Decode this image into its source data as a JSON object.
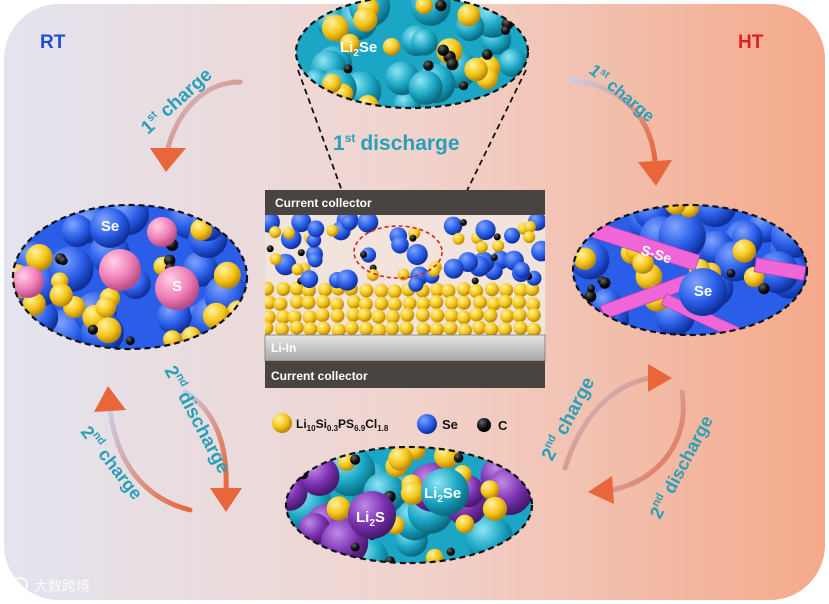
{
  "corner_labels": {
    "left": "RT",
    "right": "HT"
  },
  "cell": {
    "top_collector": "Current collector",
    "anode": "Li-In",
    "bottom_collector": "Current collector"
  },
  "bubbles": {
    "top": {
      "label_main": "Li",
      "label_sub": "2",
      "label_tail": "Se"
    },
    "left": {
      "se": "Se",
      "s": "S"
    },
    "right": {
      "sse": "S-Se",
      "se": "Se"
    },
    "bottom": {
      "li2s_main": "Li",
      "li2s_sub": "2",
      "li2s_tail": "S",
      "li2se_main": "Li",
      "li2se_sub": "2",
      "li2se_tail": "Se"
    }
  },
  "steps": {
    "top_discharge": {
      "num": "1",
      "sup": "st",
      "word": "discharge"
    },
    "left_charge1": {
      "num": "1",
      "sup": "st",
      "word": "charge"
    },
    "left_discharge2": {
      "num": "2",
      "sup": "nd",
      "word": "discharge"
    },
    "left_charge2": {
      "num": "2",
      "sup": "nd",
      "word": "charge"
    },
    "right_charge1": {
      "num": "1",
      "sup": "st",
      "word": "charge"
    },
    "right_charge2": {
      "num": "2",
      "sup": "nd",
      "word": "charge"
    },
    "right_discharge2": {
      "num": "2",
      "sup": "nd",
      "word": "discharge"
    }
  },
  "legend": {
    "electrolyte": {
      "a": "Li",
      "a_sub": "10",
      "b": "Si",
      "b_sub": "0.3",
      "c": "PS",
      "c_sub": "6.9",
      "d": "Cl",
      "d_sub": "1.8"
    },
    "se": "Se",
    "c": "C"
  },
  "watermark": "大数跨境",
  "colors": {
    "rt": "#1f4fd6",
    "ht": "#e02020",
    "step_text": "#2aa0b8",
    "arrow": "#e8663a",
    "se_blue": "#2a5ee8",
    "lpsc_yellow": "#f5c518",
    "teal": "#1aa6c4",
    "pink": "#f080b8",
    "purple": "#7a2fb0",
    "magenta": "#ee66d8",
    "carbon": "#111111",
    "collector": "#4a4440",
    "liin": "#c8c8c8"
  }
}
